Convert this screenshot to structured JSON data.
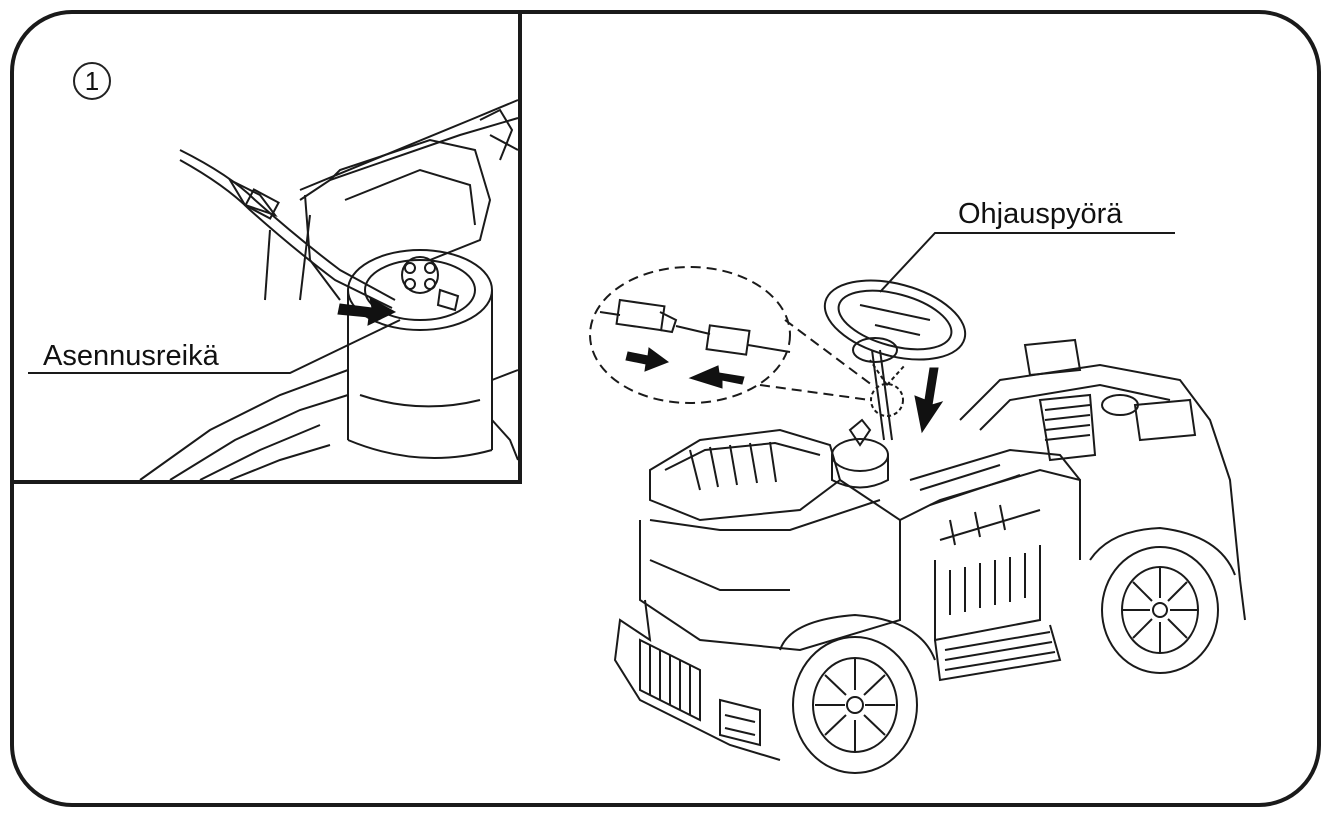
{
  "labels": {
    "step_number": "1",
    "mounting_hole": "Asennusreikä",
    "steering_wheel": "Ohjauspyörä"
  },
  "colors": {
    "line": "#1a1a1a",
    "background": "#ffffff"
  }
}
